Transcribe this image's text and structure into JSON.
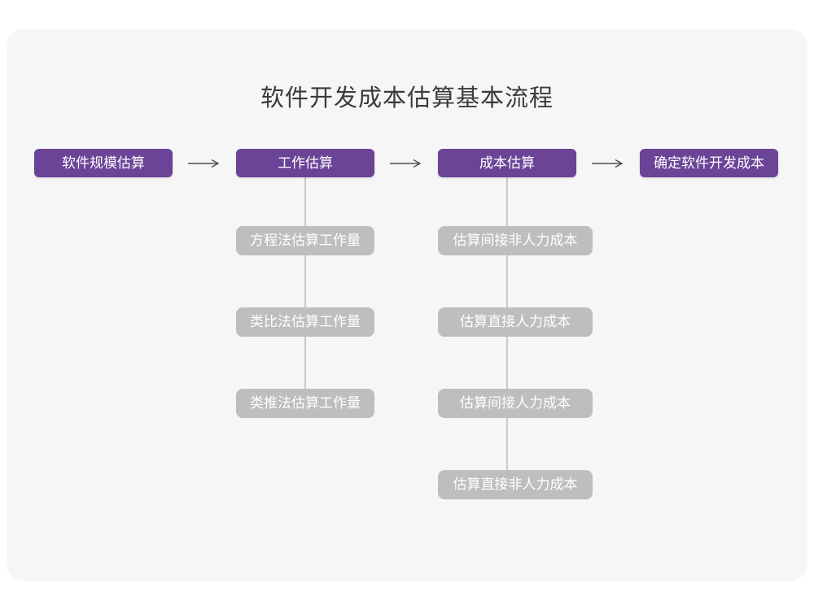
{
  "page": {
    "title": "软件开发成本估算基本流程"
  },
  "colors": {
    "canvas_background": "#ffffff",
    "card_background": "#f6f6f7",
    "stage_box_fill": "#6b4397",
    "sub_box_fill": "#bebebe",
    "connector_line": "#c9c9c9",
    "arrow_stroke": "#4f4f4f",
    "title_text": "#3b3b3b",
    "box_text": "#ffffff"
  },
  "flow": {
    "stages": [
      {
        "label": "软件规模估算",
        "substeps": []
      },
      {
        "label": "工作估算",
        "substeps": [
          "方程法估算工作量",
          "类比法估算工作量",
          "类推法估算工作量"
        ]
      },
      {
        "label": "成本估算",
        "substeps": [
          "估算间接非人力成本",
          "估算直接人力成本",
          "估算间接人力成本",
          "估算直接非人力成本"
        ]
      },
      {
        "label": "确定软件开发成本",
        "substeps": []
      }
    ],
    "arrow_icon": "right-arrow"
  }
}
